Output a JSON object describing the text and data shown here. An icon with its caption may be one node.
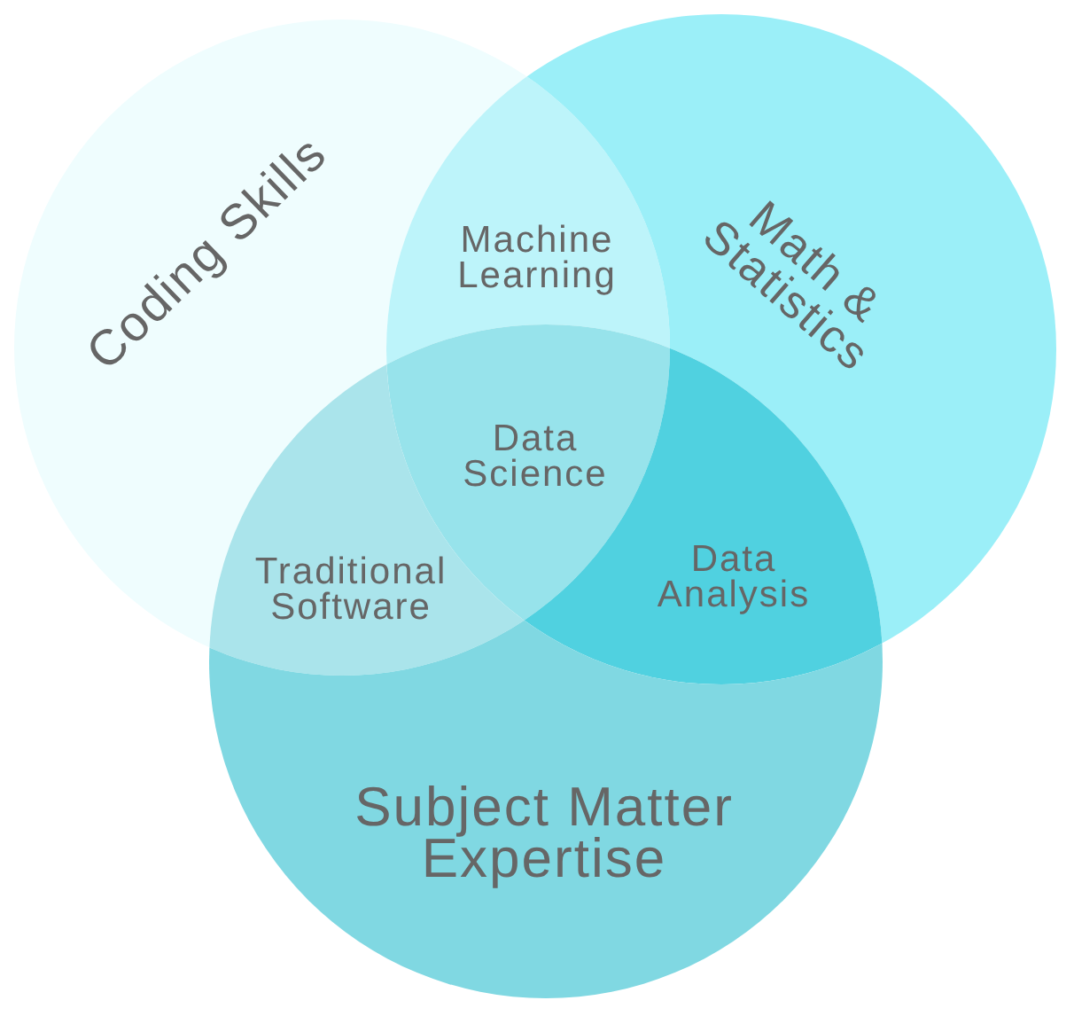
{
  "diagram": {
    "nodes": [
      {
        "text": [
          "Coding Skills"
        ]
      },
      {
        "text": [
          "Machine Learning"
        ]
      },
      {
        "text": [
          "Math & Statistics"
        ]
      },
      {
        "text": [
          "Data Science"
        ]
      },
      {
        "text": [
          "Traditional Software"
        ]
      },
      {
        "text": [
          "Data Analysis"
        ]
      },
      {
        "text": [
          "Subject Matter Expertise"
        ]
      }
    ]
  }
}
